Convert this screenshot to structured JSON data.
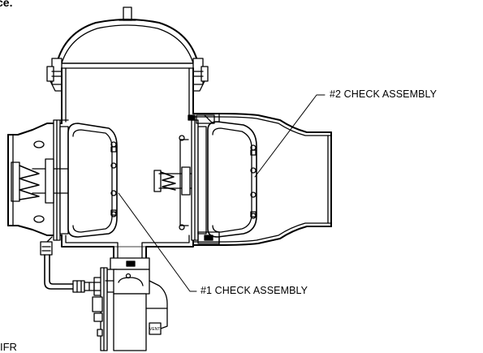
{
  "heading_fragment": "ce.",
  "callouts": {
    "check_2": "#2 CHECK ASSEMBLY",
    "check_1": "#1 CHECK ASSEMBLY"
  },
  "bottom_fragment": "IFR",
  "vent_label": "VENT"
}
